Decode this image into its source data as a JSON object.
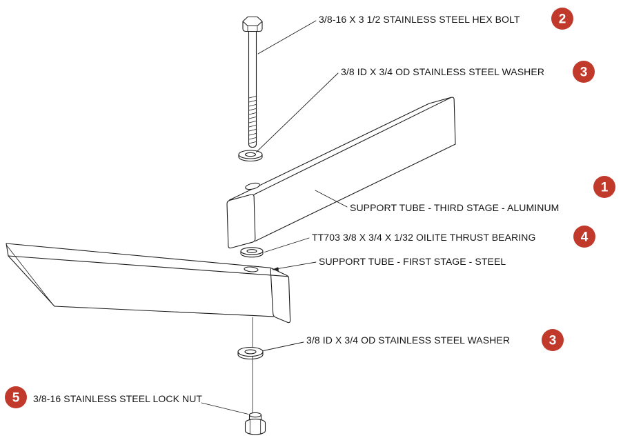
{
  "diagram": {
    "colors": {
      "callout_bg": "#c0392b",
      "callout_text": "#ffffff",
      "line": "#1c1c1c",
      "label_text": "#141414",
      "background": "#ffffff"
    },
    "parts": {
      "hex_bolt": {
        "label": "3/8-16 X 3 1/2 STAINLESS STEEL HEX BOLT",
        "callout": "2"
      },
      "washer_top": {
        "label": "3/8 ID X 3/4 OD STAINLESS STEEL WASHER",
        "callout": "3"
      },
      "tube_third": {
        "label": "SUPPORT TUBE - THIRD STAGE - ALUMINUM",
        "callout": "1"
      },
      "thrust_bearing": {
        "label": "TT703 3/8 X 3/4 X 1/32 OILITE THRUST BEARING",
        "callout": "4"
      },
      "tube_first": {
        "label": "SUPPORT TUBE - FIRST STAGE - STEEL"
      },
      "washer_bottom": {
        "label": "3/8 ID X 3/4 OD STAINLESS STEEL WASHER",
        "callout": "3"
      },
      "lock_nut": {
        "label": "3/8-16 STAINLESS STEEL LOCK NUT",
        "callout": "5"
      }
    }
  }
}
